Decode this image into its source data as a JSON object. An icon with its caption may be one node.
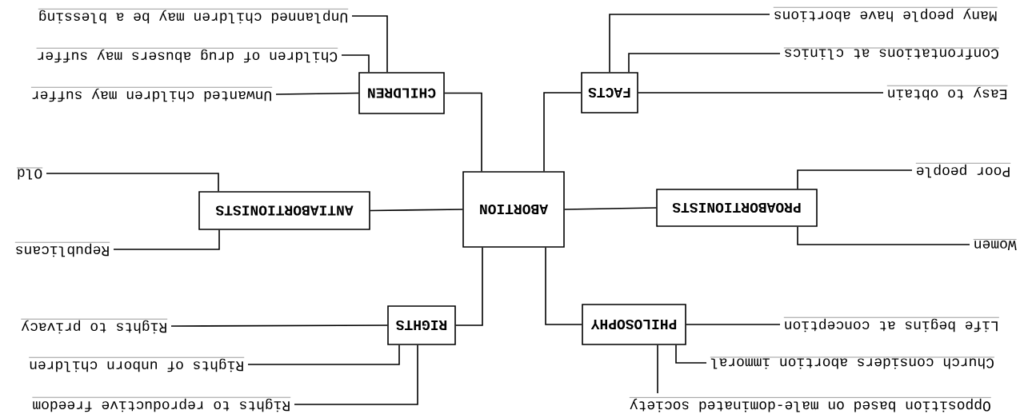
{
  "diagram": {
    "nodes": [
      {
        "text": [
          "ABORTION"
        ]
      },
      {
        "text": [
          "CHILDREN"
        ]
      },
      {
        "text": [
          "FACTS"
        ]
      },
      {
        "text": [
          "ANTIABORTIONISTS"
        ]
      },
      {
        "text": [
          "PROABORTIONISTS"
        ]
      },
      {
        "text": [
          "RIGHTS"
        ]
      },
      {
        "text": [
          "PHILOSOPHY"
        ]
      },
      {
        "text": [
          "Unplanned children may be a blessing"
        ]
      },
      {
        "text": [
          "Children of drug abusers may suffer"
        ]
      },
      {
        "text": [
          "Unwanted children may suffer"
        ]
      },
      {
        "text": [
          "Many people have abortions"
        ]
      },
      {
        "text": [
          "Confrontations at clinics"
        ]
      },
      {
        "text": [
          "Easy to obtain"
        ]
      },
      {
        "text": [
          "Old"
        ]
      },
      {
        "text": [
          "Republicans"
        ]
      },
      {
        "text": [
          "Poor people"
        ]
      },
      {
        "text": [
          "Women"
        ]
      },
      {
        "text": [
          "Rights to privacy"
        ]
      },
      {
        "text": [
          "Rights of unborn children"
        ]
      },
      {
        "text": [
          "Rights to reproductive freedom"
        ]
      },
      {
        "text": [
          "Life begins at conception"
        ]
      },
      {
        "text": [
          "Church considers abortion immoral"
        ]
      },
      {
        "text": [
          "Opposition based on male-dominated society"
        ]
      }
    ],
    "edges": [
      {
        "from": 0,
        "to": 1,
        "arrow": "none"
      },
      {
        "from": 0,
        "to": 2,
        "arrow": "none"
      },
      {
        "from": 0,
        "to": 3,
        "arrow": "none"
      },
      {
        "from": 0,
        "to": 4,
        "arrow": "none"
      },
      {
        "from": 0,
        "to": 5,
        "arrow": "none"
      },
      {
        "from": 0,
        "to": 6,
        "arrow": "none"
      },
      {
        "from": 1,
        "to": 7,
        "arrow": "none"
      },
      {
        "from": 1,
        "to": 8,
        "arrow": "none"
      },
      {
        "from": 1,
        "to": 9,
        "arrow": "none"
      },
      {
        "from": 2,
        "to": 10,
        "arrow": "none"
      },
      {
        "from": 2,
        "to": 11,
        "arrow": "none"
      },
      {
        "from": 2,
        "to": 12,
        "arrow": "none"
      },
      {
        "from": 3,
        "to": 13,
        "arrow": "none"
      },
      {
        "from": 3,
        "to": 14,
        "arrow": "none"
      },
      {
        "from": 4,
        "to": 15,
        "arrow": "none"
      },
      {
        "from": 4,
        "to": 16,
        "arrow": "none"
      },
      {
        "from": 5,
        "to": 17,
        "arrow": "none"
      },
      {
        "from": 5,
        "to": 18,
        "arrow": "none"
      },
      {
        "from": 5,
        "to": 19,
        "arrow": "none"
      },
      {
        "from": 6,
        "to": 20,
        "arrow": "none"
      },
      {
        "from": 6,
        "to": 21,
        "arrow": "none"
      },
      {
        "from": 6,
        "to": 22,
        "arrow": "none"
      }
    ]
  }
}
